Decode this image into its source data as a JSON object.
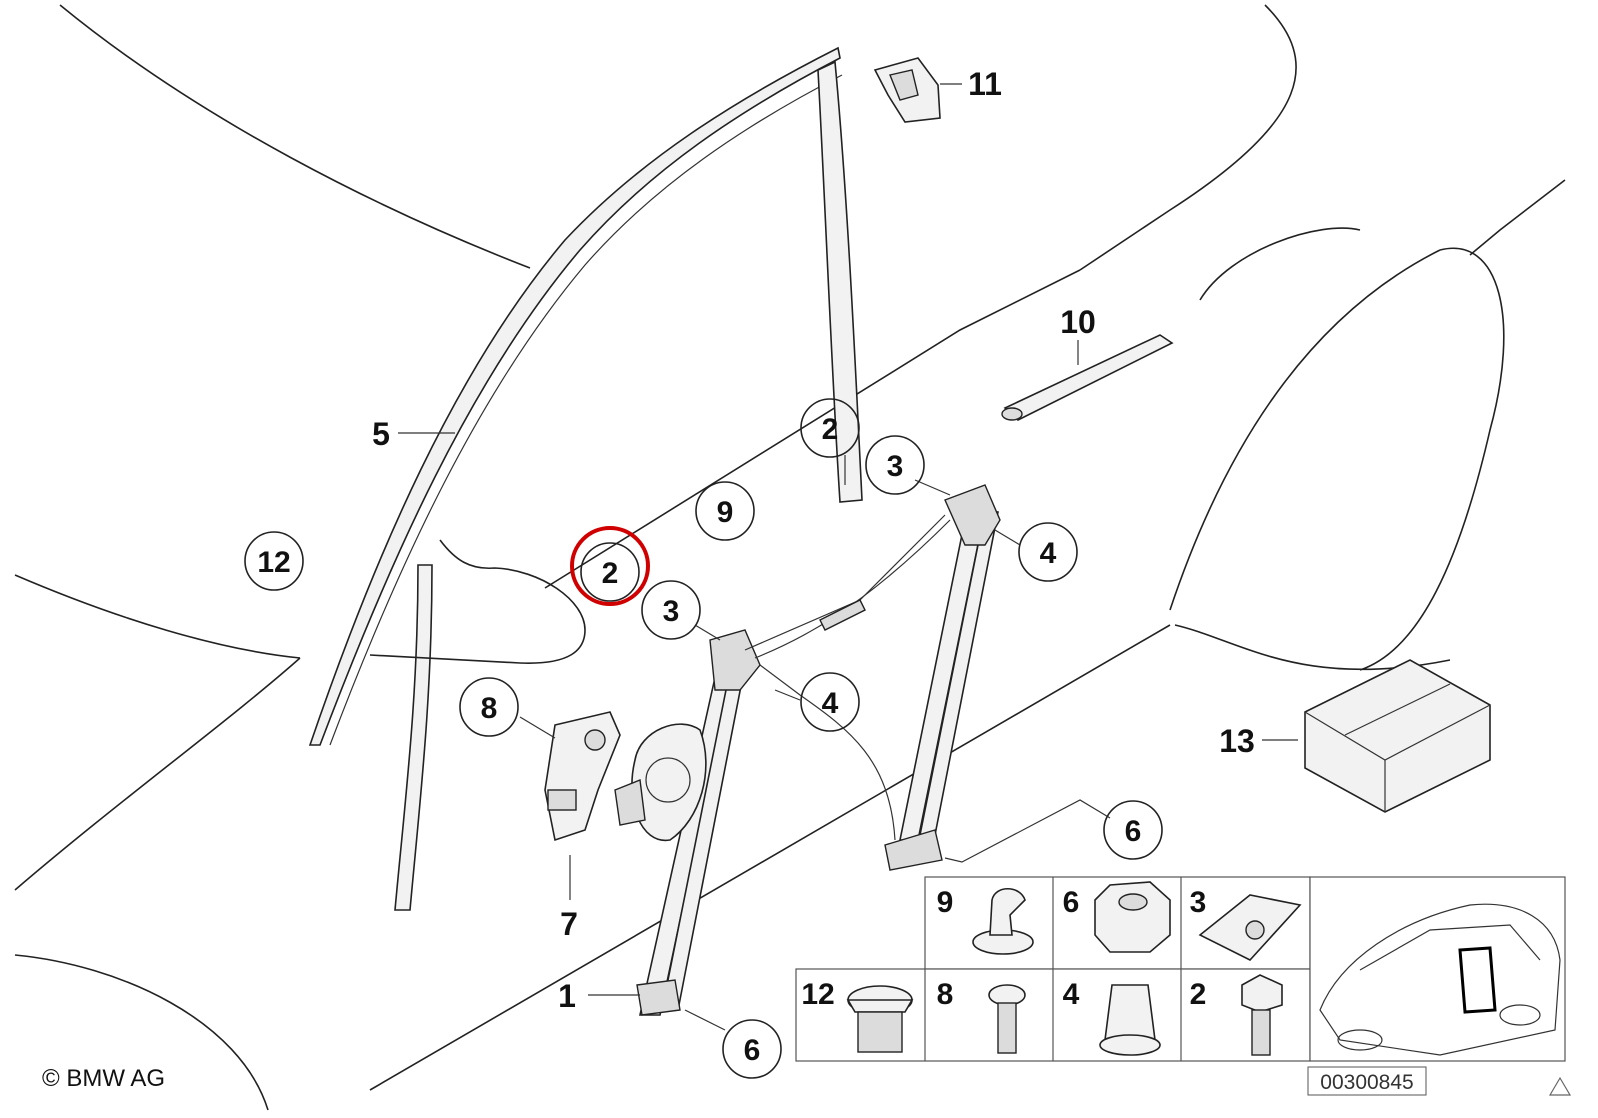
{
  "diagram": {
    "copyright": "© BMW AG",
    "diagram_number": "00300845",
    "highlight_color": "#d00000",
    "callouts": [
      {
        "id": "c12",
        "label": "12"
      },
      {
        "id": "c2a",
        "label": "2"
      },
      {
        "id": "c3a",
        "label": "3"
      },
      {
        "id": "c9",
        "label": "9"
      },
      {
        "id": "c2b",
        "label": "2"
      },
      {
        "id": "c3b",
        "label": "3"
      },
      {
        "id": "c4a",
        "label": "4"
      },
      {
        "id": "c4b",
        "label": "4"
      },
      {
        "id": "c8",
        "label": "8"
      },
      {
        "id": "c6a",
        "label": "6"
      },
      {
        "id": "c6b",
        "label": "6"
      }
    ],
    "plain_labels": [
      {
        "id": "l5",
        "label": "5"
      },
      {
        "id": "l11",
        "label": "11"
      },
      {
        "id": "l10",
        "label": "10"
      },
      {
        "id": "l7",
        "label": "7"
      },
      {
        "id": "l1",
        "label": "1"
      },
      {
        "id": "l13",
        "label": "13"
      }
    ],
    "parts_table": [
      {
        "id": "t9",
        "label": "9"
      },
      {
        "id": "t6",
        "label": "6"
      },
      {
        "id": "t3",
        "label": "3"
      },
      {
        "id": "t12",
        "label": "12"
      },
      {
        "id": "t8",
        "label": "8"
      },
      {
        "id": "t4",
        "label": "4"
      },
      {
        "id": "t2",
        "label": "2"
      }
    ]
  }
}
